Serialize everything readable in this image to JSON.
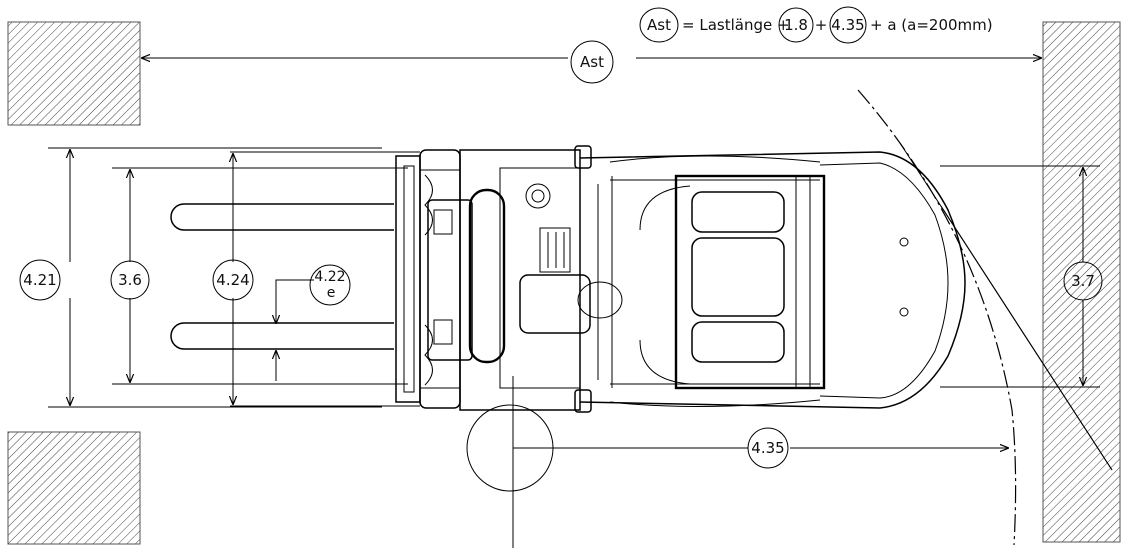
{
  "formula": {
    "lhs": "Ast",
    "equals": "= Lastlänge +",
    "term1": "1.8",
    "plus1": "+",
    "term2": "4.35",
    "tail": "+ a (a=200mm)"
  },
  "labels": {
    "ast": "Ast",
    "d_421": "4.21",
    "d_36": "3.6",
    "d_424": "4.24",
    "d_422": "4.22",
    "d_422_sub": "e",
    "d_37": "3.7",
    "d_435": "4.35"
  }
}
